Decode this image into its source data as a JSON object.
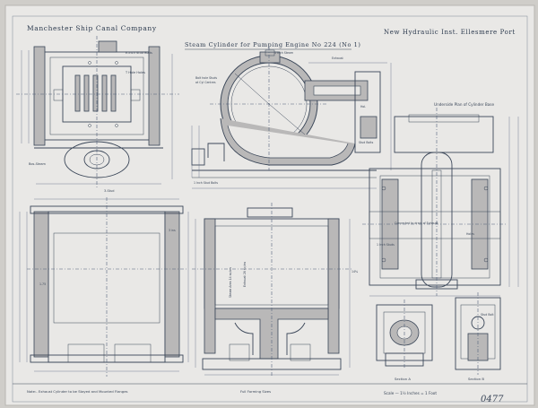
{
  "title_left": "Manchester Ship Canal Company",
  "title_center": "Steam Cylinder for Pumping Engine No 224 (No 1)",
  "title_right": "New Hydraulic Inst. Ellesmere Port",
  "labels": {
    "underside_plan": "Underside Plan of Cylinder Base",
    "section_a": "Section A",
    "section_b": "Section B",
    "full_size_note": "Full Forming Sizes",
    "scale_note": "Scale — 1½ Inches = 1 Foot",
    "bottom_note": "Note:- Exhaust Cylinder to be Stayed and Mounted Flanges",
    "drawing_number": "0477"
  },
  "colors": {
    "paper": "#e9e8e6",
    "ink": "#3a4658",
    "hatch": "#b9b8b8"
  }
}
